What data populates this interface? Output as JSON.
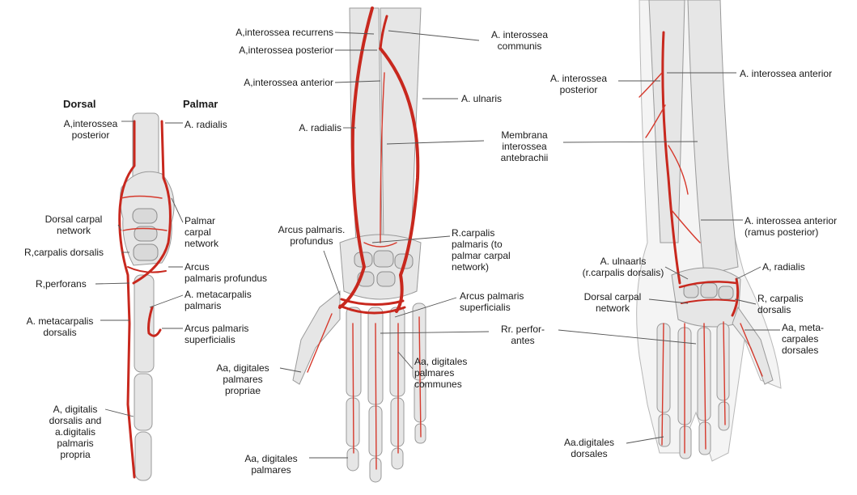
{
  "colors": {
    "artery": "#c8281e",
    "bone": "#e6e6e6",
    "leader": "#555555"
  },
  "left": {
    "header_dorsal": "Dorsal",
    "header_palmar": "Palmar",
    "interossea_posterior": "A,interossea\nposterior",
    "radialis": "A. radialis",
    "dorsal_carpal_network": "Dorsal carpal\nnetwork",
    "palmar_carpal_network": "Palmar\ncarpal\nnetwork",
    "carpalis_dorsalis": "R,carpalis dorsalis",
    "arcus_palmaris_profundus": "Arcus\npalmaris profundus",
    "perforans": "R,perforans",
    "metacarpalis_palmaris": "A. metacarpalis\npalmaris",
    "metacarpalis_dorsalis": "A. metacarpalis\ndorsalis",
    "arcus_palmaris_superficialis": "Arcus palmaris\nsuperficialis",
    "digitalis_dorsalis": "A, digitalis\ndorsalis and\na.digitalis\npalmaris\npropria"
  },
  "middle": {
    "interossea_recurrens": "A,interossea recurrens",
    "interossea_posterior": "A,interossea posterior",
    "interossea_anterior": "A,interossea anterior",
    "radialis": "A. radialis",
    "interossea_communis": "A. interossea\ncommunis",
    "ulnaris": "A. ulnaris",
    "membrana": "Membrana\ninterossea\nantebrachii",
    "arcus_palmaris_profundus": "Arcus palmaris.\nprofundus",
    "carpalis_palmaris": "R.carpalis\npalmaris (to\npalmar carpal\nnetwork)",
    "arcus_palmaris_superficialis": "Arcus palmaris\nsuperficialis",
    "perforantes": "Rr. perfor-\nantes",
    "digitales_palmares_propriae": "Aa, digitales\npalmares\npropriae",
    "digitales_palmares_communes": "Aa, digitales\npalmares\ncommunes",
    "digitales_palmares": "Aa, digitales\npalmares"
  },
  "right": {
    "interossea_posterior": "A. interossea\nposterior",
    "interossea_anterior": "A. interossea anterior",
    "interossea_anterior_ramus": "A. interossea anterior\n(ramus posterior)",
    "ulnaris": "A. ulnaarls\n(r.carpalis dorsalis)",
    "radialis": "A, radialis",
    "dorsal_carpal_network": "Dorsal carpal\nnetwork",
    "carpalis_dorsalis": "R, carpalis\ndorsalis",
    "metacarpales_dorsales": "Aa, meta-\ncarpales\ndorsales",
    "digitales_dorsales": "Aa.digitales\ndorsales"
  }
}
